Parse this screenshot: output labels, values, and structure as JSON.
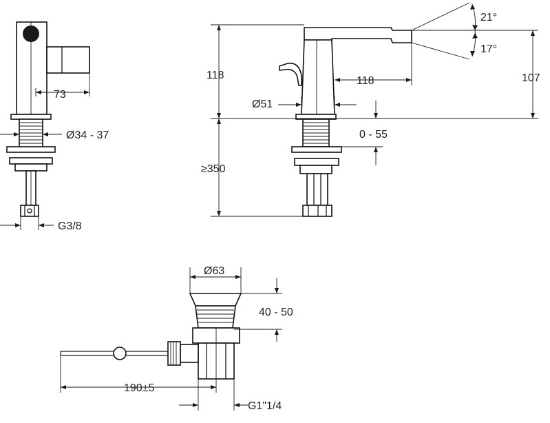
{
  "figure": {
    "side_view": {
      "spout_length_label": "73",
      "mount_hole_label": "Ø34 - 37",
      "connection_label": "G3/8"
    },
    "front_view": {
      "spout_reach_label": "118",
      "height_label": "118",
      "overall_height_label": "107",
      "body_diameter_label": "Ø51",
      "deck_thickness_label": "0 - 55",
      "hose_length_label": "≥350",
      "angle_up_label": "21°",
      "angle_down_label": "17°"
    },
    "waste_view": {
      "diameter_label": "Ø63",
      "height_label": "40 - 50",
      "rod_length_label": "190±5",
      "thread_label": "G1\"1/4"
    }
  }
}
